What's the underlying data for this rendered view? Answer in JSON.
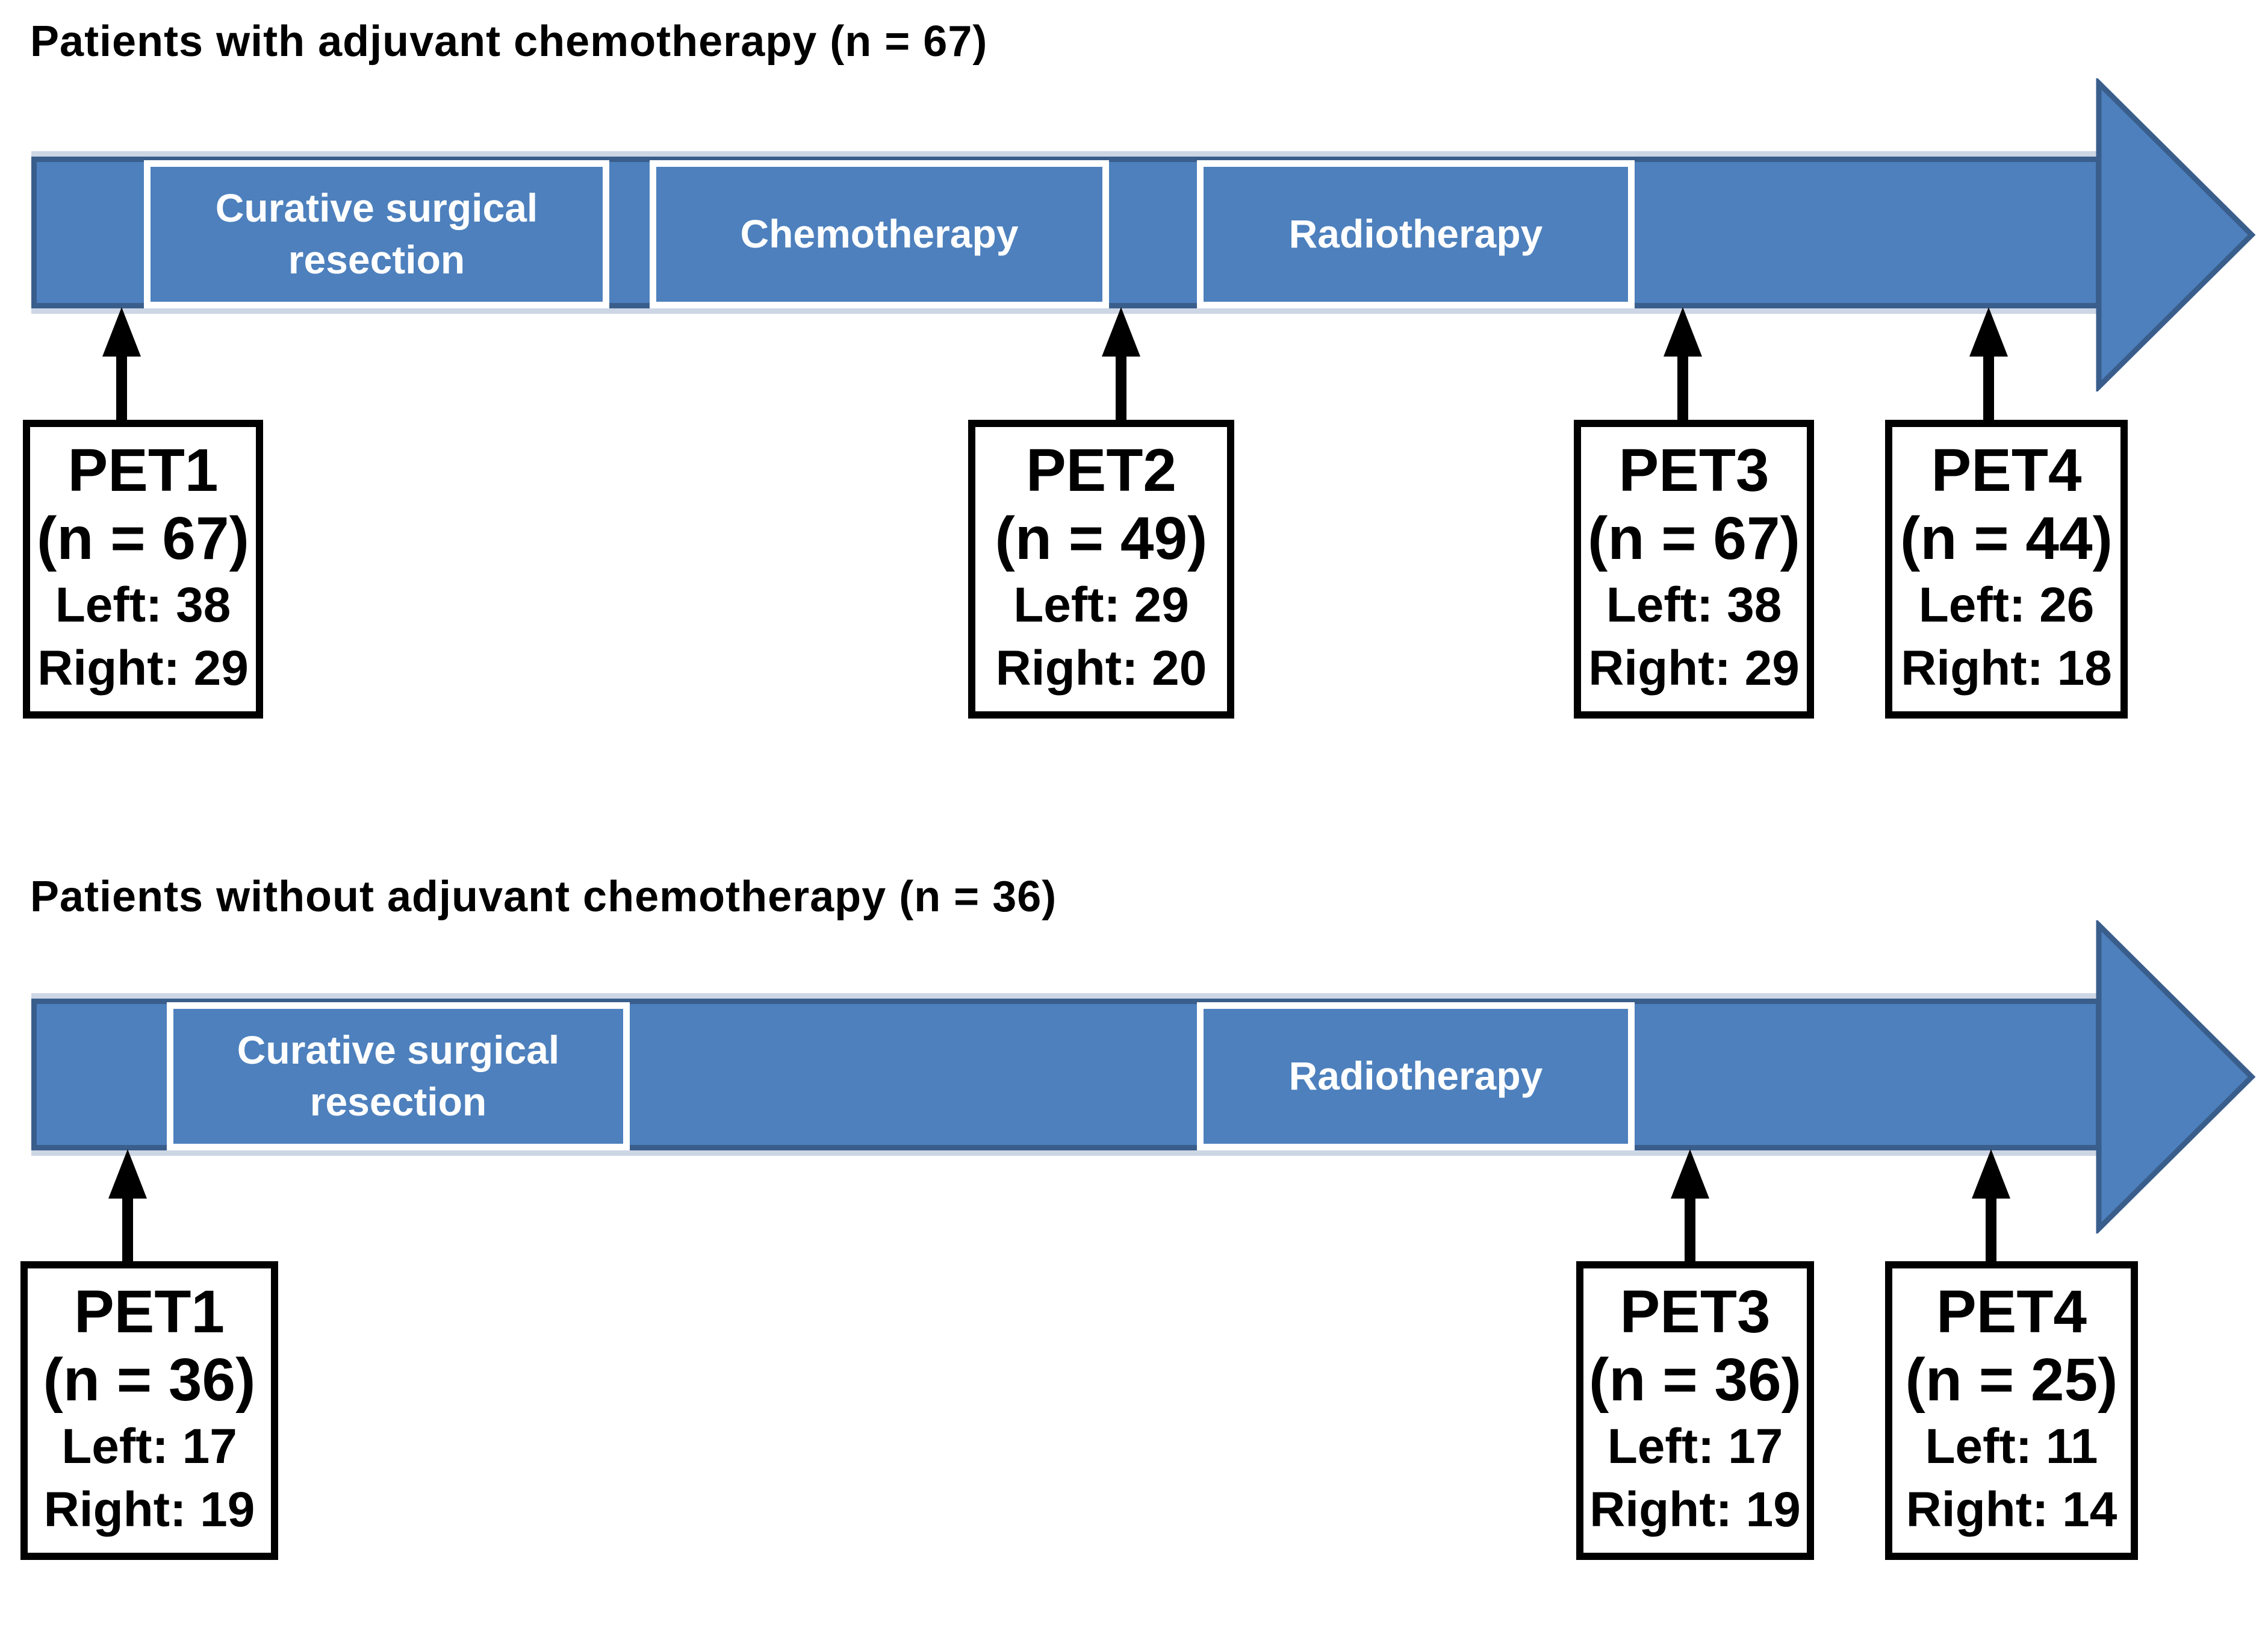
{
  "colors": {
    "bar_fill": "#4d80bd",
    "bar_border": "#3a5e8c",
    "bar_outer_edge": "#cdd6e4",
    "stage_border": "#ffffff",
    "stage_text": "#ffffff",
    "annotation_black": "#000000"
  },
  "sections": [
    {
      "title": "Patients with adjuvant chemotherapy (n = 67)",
      "stages": [
        {
          "label": "Curative surgical resection"
        },
        {
          "label": "Chemotherapy"
        },
        {
          "label": "Radiotherapy"
        }
      ],
      "pets": [
        {
          "name": "PET1",
          "n": "(n = 67)",
          "left": "Left: 38",
          "right": "Right: 29"
        },
        {
          "name": "PET2",
          "n": "(n = 49)",
          "left": "Left: 29",
          "right": "Right: 20"
        },
        {
          "name": "PET3",
          "n": "(n = 67)",
          "left": "Left: 38",
          "right": "Right: 29"
        },
        {
          "name": "PET4",
          "n": "(n = 44)",
          "left": "Left: 26",
          "right": "Right: 18"
        }
      ]
    },
    {
      "title": "Patients without adjuvant chemotherapy (n = 36)",
      "stages": [
        {
          "label": "Curative surgical resection"
        },
        {
          "label": "Radiotherapy"
        }
      ],
      "pets": [
        {
          "name": "PET1",
          "n": "(n = 36)",
          "left": "Left: 17",
          "right": "Right: 19"
        },
        {
          "name": "PET3",
          "n": "(n = 36)",
          "left": "Left: 17",
          "right": "Right: 19"
        },
        {
          "name": "PET4",
          "n": "(n = 25)",
          "left": "Left: 11",
          "right": "Right: 14"
        }
      ]
    }
  ]
}
